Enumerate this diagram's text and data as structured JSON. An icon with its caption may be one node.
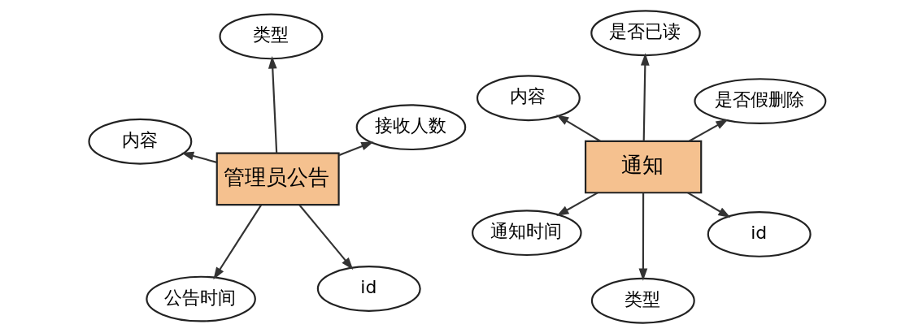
{
  "diagram": {
    "nodes": [
      {
        "text": [
          "管理员公告"
        ]
      },
      {
        "text": [
          "id"
        ]
      },
      {
        "text": [
          "公告时间"
        ]
      },
      {
        "text": [
          "内容"
        ]
      },
      {
        "text": [
          "接收人数"
        ]
      },
      {
        "text": [
          "类型"
        ]
      },
      {
        "text": [
          "通知"
        ]
      },
      {
        "text": [
          "id"
        ]
      },
      {
        "text": [
          "类型"
        ]
      },
      {
        "text": [
          "内容"
        ]
      },
      {
        "text": [
          "是否假删除"
        ]
      },
      {
        "text": [
          "是否已读"
        ]
      },
      {
        "text": [
          "通知时间"
        ]
      }
    ],
    "edges": [
      {
        "from": 0,
        "to": 1,
        "arrow": "to"
      },
      {
        "from": 0,
        "to": 2,
        "arrow": "to"
      },
      {
        "from": 0,
        "to": 3,
        "arrow": "to"
      },
      {
        "from": 0,
        "to": 4,
        "arrow": "to"
      },
      {
        "from": 0,
        "to": 5,
        "arrow": "to"
      },
      {
        "from": 6,
        "to": 7,
        "arrow": "to"
      },
      {
        "from": 6,
        "to": 8,
        "arrow": "to"
      },
      {
        "from": 6,
        "to": 9,
        "arrow": "to"
      },
      {
        "from": 6,
        "to": 10,
        "arrow": "to"
      },
      {
        "from": 6,
        "to": 11,
        "arrow": "to"
      },
      {
        "from": 6,
        "to": 12,
        "arrow": "to"
      }
    ]
  }
}
